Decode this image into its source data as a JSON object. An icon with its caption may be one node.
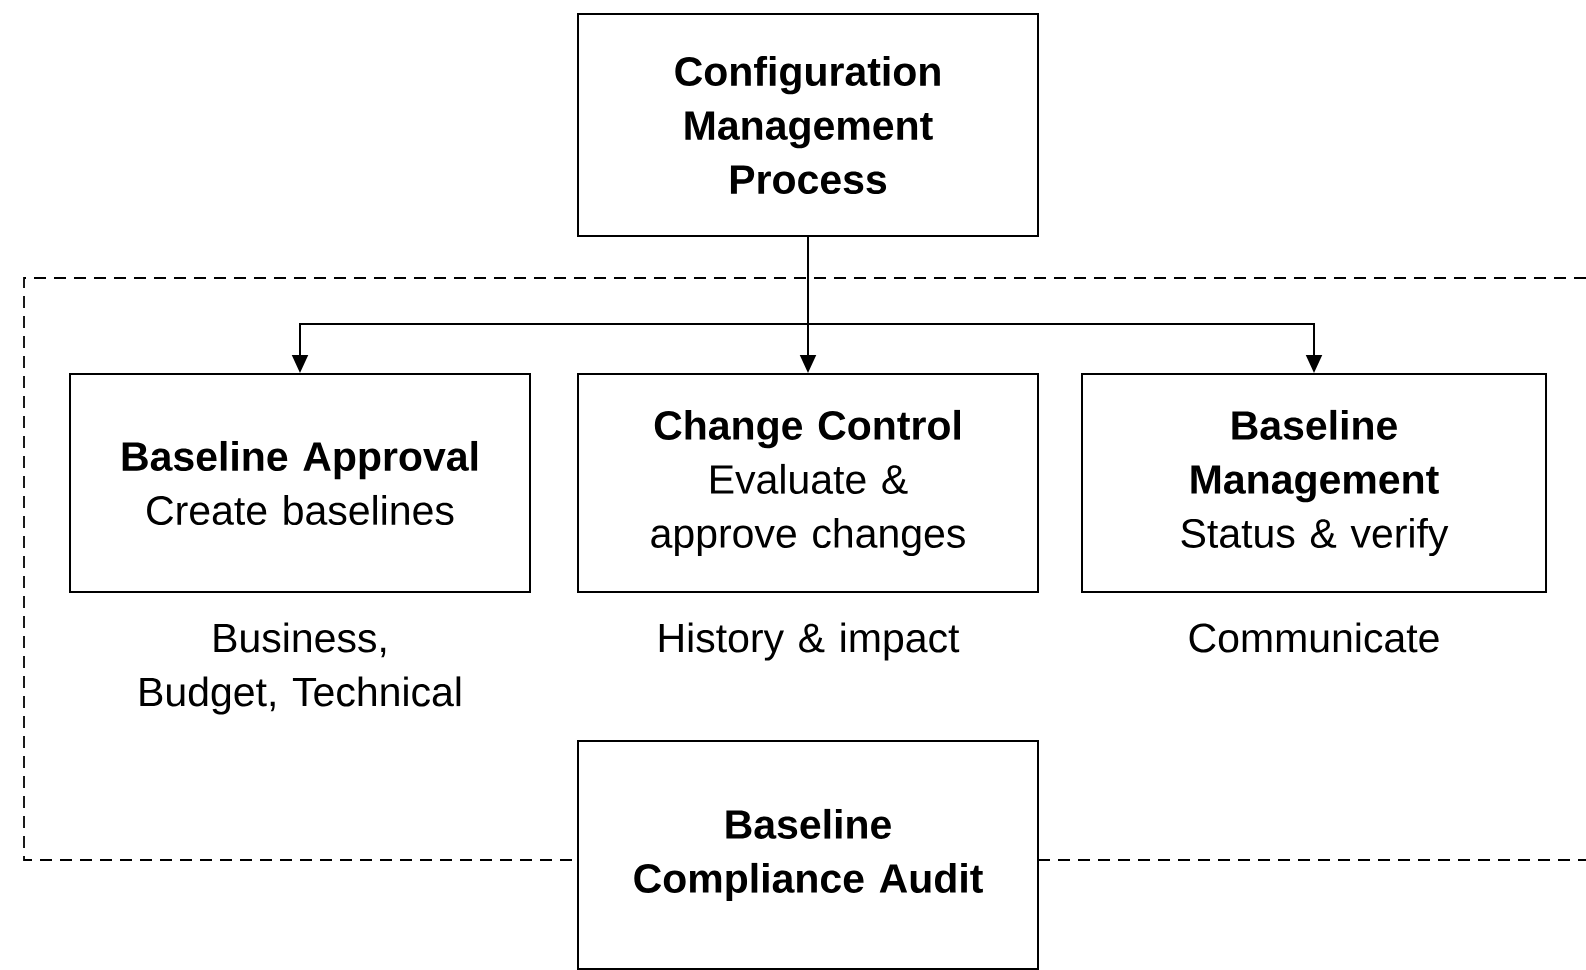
{
  "diagram": {
    "nodes": [
      {
        "text": [
          "Configuration Management Process"
        ]
      },
      {
        "text": [
          "Baseline Approval",
          "Create baselines"
        ],
        "beside": [
          "Business, Budget, Technical"
        ]
      },
      {
        "text": [
          "Change Control",
          "Evaluate & approve changes"
        ],
        "beside": [
          "History & impact"
        ]
      },
      {
        "text": [
          "Baseline Management",
          "Status & verify"
        ],
        "beside": [
          "Communicate"
        ]
      },
      {
        "text": [
          "Baseline Compliance Audit"
        ]
      }
    ],
    "edges": [
      {
        "from": 0,
        "to": 1,
        "arrow": "to"
      },
      {
        "from": 0,
        "to": 2,
        "arrow": "to"
      },
      {
        "from": 0,
        "to": 3,
        "arrow": "to"
      }
    ]
  }
}
